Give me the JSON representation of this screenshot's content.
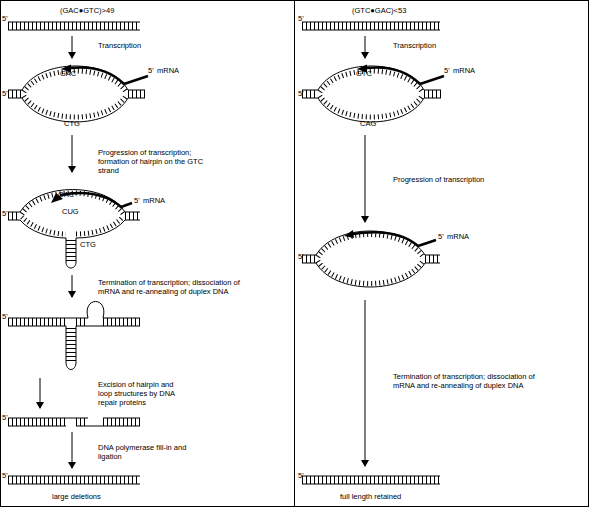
{
  "diagram": {
    "labels": [
      "(GAC●GTC)>49",
      "5'",
      "Transcription",
      "GAC",
      "5'",
      "mRNA",
      "5'",
      "CTG",
      "Progression of transcription; formation of hairpin on the GTC strand",
      "GAC",
      "5'",
      "CUG",
      "5'",
      "mRNA",
      "CTG",
      "Termination of transcription; dissociation of mRNA and re-annealing of duplex DNA",
      "5'",
      "Excision of hairpin and loop structures by DNA repair proteins",
      "5'",
      "DNA polymerase fill-in and ligation",
      "5'",
      "large deletions",
      "(GTC●GAC)<53",
      "5'",
      "Transcription",
      "GTC",
      "5'",
      "mRNA",
      "5'",
      "CAG",
      "Progression of transcription",
      "5'",
      "mRNA",
      "5'",
      "Termination of transcription; dissociation of mRNA and re-annealing of duplex DNA",
      "5'",
      "full length retained"
    ]
  }
}
